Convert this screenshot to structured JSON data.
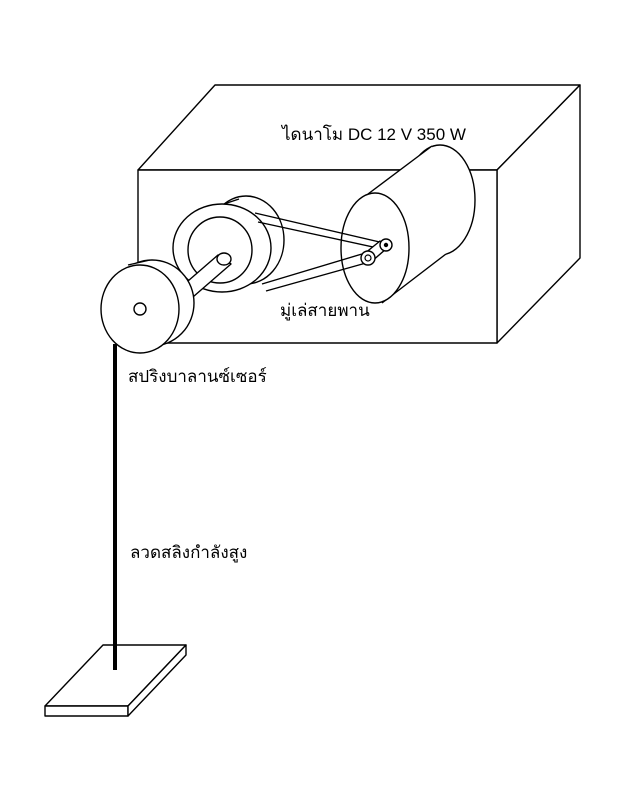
{
  "labels": {
    "dynamo": "ไดนาโม DC 12 V 350 W",
    "belt_pulley": "มู่เล่สายพาน",
    "spring_sensor": "สปริงบาลานซ์เซอร์",
    "sling_wire": "ลวดสลิงกำลังสูง"
  },
  "colors": {
    "line": "#000000",
    "background": "#ffffff"
  }
}
